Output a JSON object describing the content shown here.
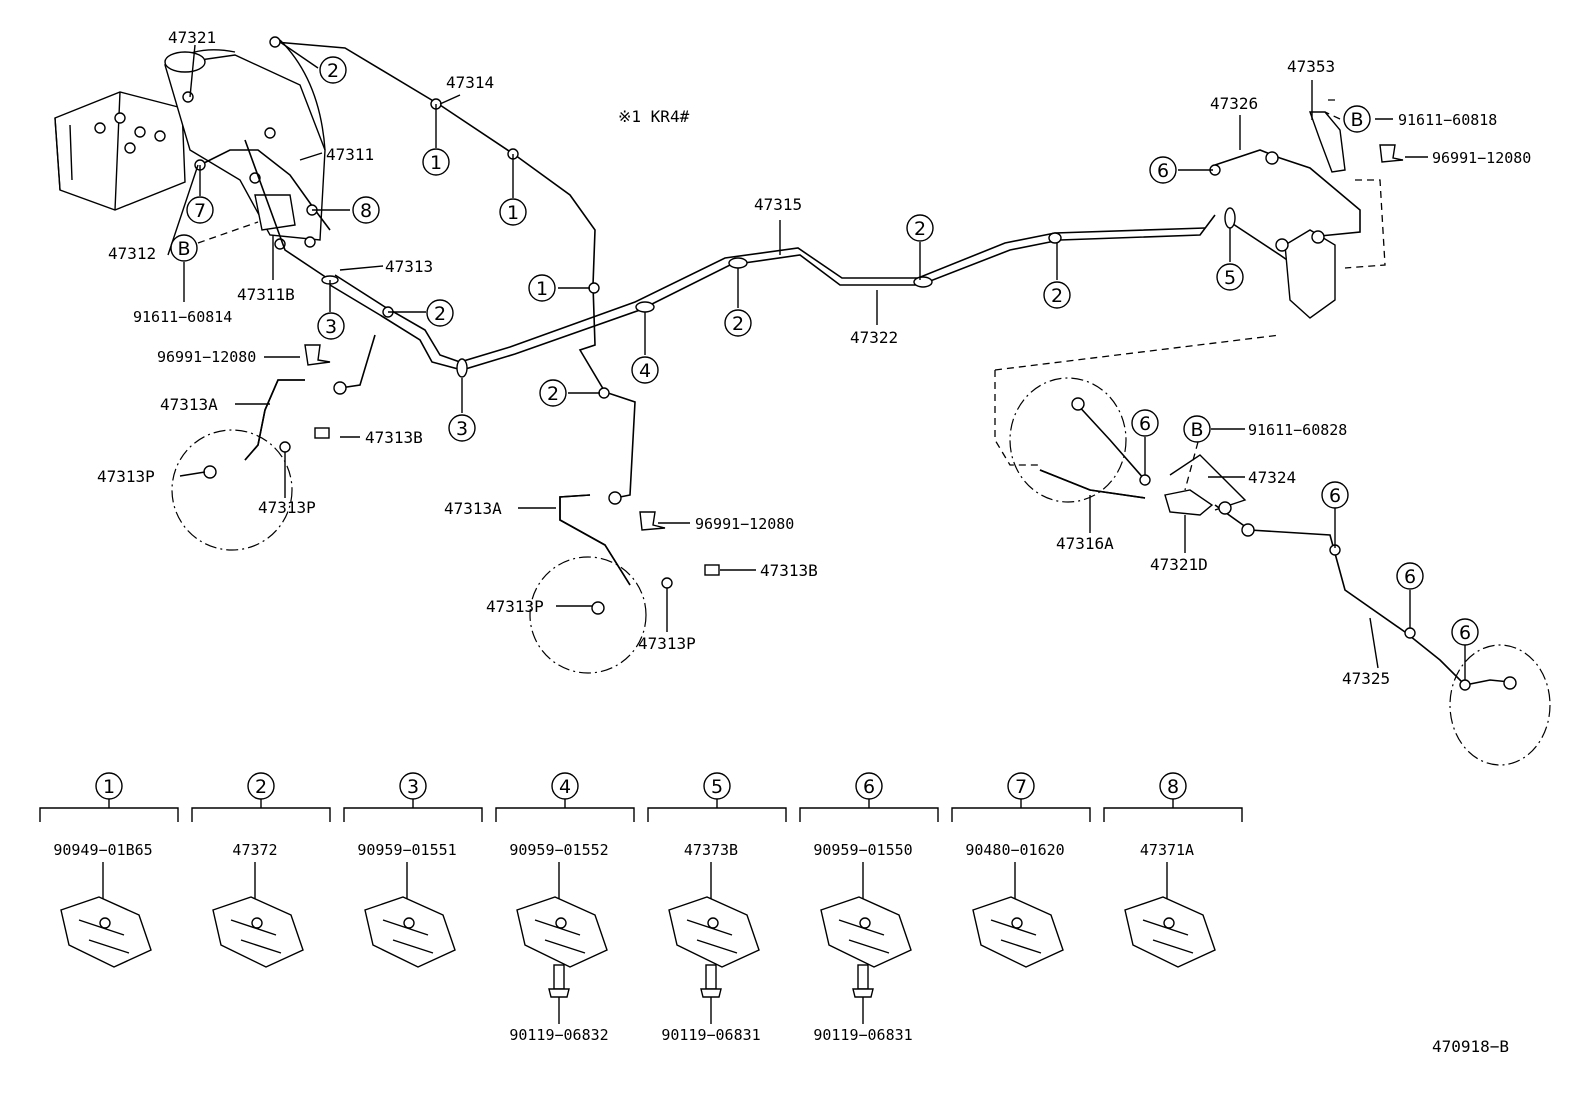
{
  "note": "※1 KR4#",
  "figure_id": "470918−B",
  "callouts": [
    {
      "id": "c47321",
      "text": "47321"
    },
    {
      "id": "c47314",
      "text": "47314"
    },
    {
      "id": "c47311",
      "text": "47311"
    },
    {
      "id": "c47312",
      "text": "47312"
    },
    {
      "id": "c47313",
      "text": "47313"
    },
    {
      "id": "c47311B",
      "text": "47311B"
    },
    {
      "id": "c91611_60814",
      "text": "91611−60814"
    },
    {
      "id": "c96991_a",
      "text": "96991−12080"
    },
    {
      "id": "c47313A_a",
      "text": "47313A"
    },
    {
      "id": "c47313B_a",
      "text": "47313B"
    },
    {
      "id": "c47313P_a1",
      "text": "47313P"
    },
    {
      "id": "c47313P_a2",
      "text": "47313P"
    },
    {
      "id": "c47315",
      "text": "47315"
    },
    {
      "id": "c47322",
      "text": "47322"
    },
    {
      "id": "c47313A_b",
      "text": "47313A"
    },
    {
      "id": "c96991_b",
      "text": "96991−12080"
    },
    {
      "id": "c47313B_b",
      "text": "47313B"
    },
    {
      "id": "c47313P_b1",
      "text": "47313P"
    },
    {
      "id": "c47313P_b2",
      "text": "47313P"
    },
    {
      "id": "c47353",
      "text": "47353"
    },
    {
      "id": "c47326",
      "text": "47326"
    },
    {
      "id": "c91611_60818",
      "text": "91611−60818"
    },
    {
      "id": "c96991_c",
      "text": "96991−12080"
    },
    {
      "id": "c91611_60828",
      "text": "91611−60828"
    },
    {
      "id": "c47324",
      "text": "47324"
    },
    {
      "id": "c47316A",
      "text": "47316A"
    },
    {
      "id": "c47321D",
      "text": "47321D"
    },
    {
      "id": "c47325",
      "text": "47325"
    }
  ],
  "markers": {
    "B": "B",
    "one": "1",
    "two": "2",
    "three": "3",
    "four": "4",
    "five": "5",
    "six": "6",
    "seven": "7",
    "eight": "8"
  },
  "legend": [
    {
      "num": "1",
      "part": "90949−01B65",
      "bolt": ""
    },
    {
      "num": "2",
      "part": "47372",
      "bolt": ""
    },
    {
      "num": "3",
      "part": "90959−01551",
      "bolt": ""
    },
    {
      "num": "4",
      "part": "90959−01552",
      "bolt": "90119−06832"
    },
    {
      "num": "5",
      "part": "47373B",
      "bolt": "90119−06831"
    },
    {
      "num": "6",
      "part": "90959−01550",
      "bolt": "90119−06831"
    },
    {
      "num": "7",
      "part": "90480−01620",
      "bolt": ""
    },
    {
      "num": "8",
      "part": "47371A",
      "bolt": ""
    }
  ]
}
